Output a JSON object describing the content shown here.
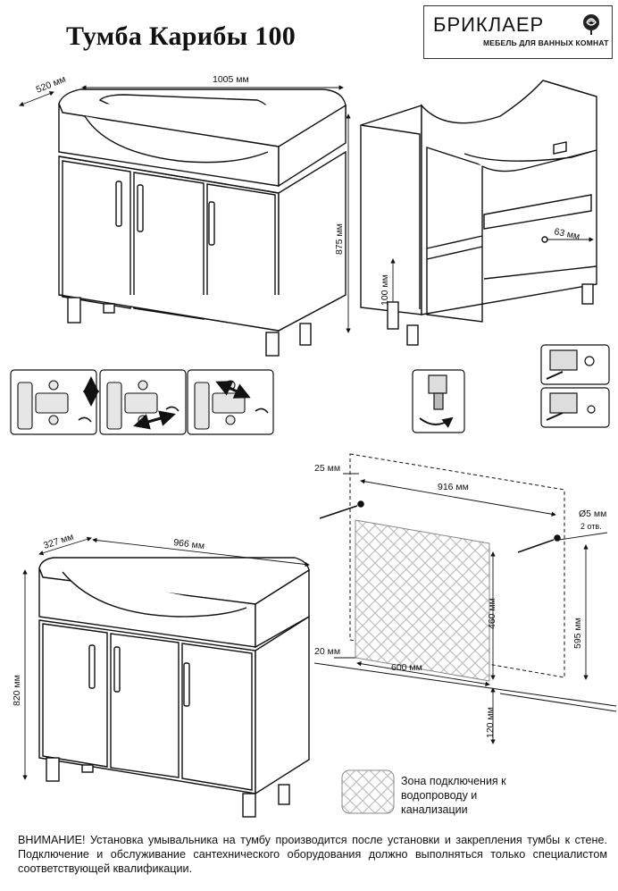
{
  "title": "Тумба Карибы 100",
  "logo": {
    "brand": "БРИКЛАЕР",
    "tagline": "МЕБЕЛЬ ДЛЯ ВАННЫХ КОМНАТ"
  },
  "top_view": {
    "depth_label": "520 мм",
    "width_label": "1005 мм",
    "height_label": "875 мм"
  },
  "open_view": {
    "leg_label": "100 мм",
    "side_label": "63 мм"
  },
  "bottom_view": {
    "depth_label": "327 мм",
    "width_label": "966 мм",
    "height_label": "820 мм"
  },
  "mounting": {
    "offset_label": "25 мм",
    "span_label": "916 мм",
    "hole_label": "Ø5 мм",
    "holes_count_label": "2 отв.",
    "zone_height_label": "460 мм",
    "overall_height_label": "595 мм",
    "left_gap_label": "20 мм",
    "zone_width_label": "600 мм",
    "floor_gap_label": "120 мм"
  },
  "legend": {
    "text": "Зона подключения к водопроводу и канализации"
  },
  "notice": "ВНИМАНИЕ! Установка умывальника на тумбу производится после установки и закрепления тумбы к стене. Подключение и обслуживание сантехнического оборудования должно выполняться только специалистом соответствующей квалификации."
}
